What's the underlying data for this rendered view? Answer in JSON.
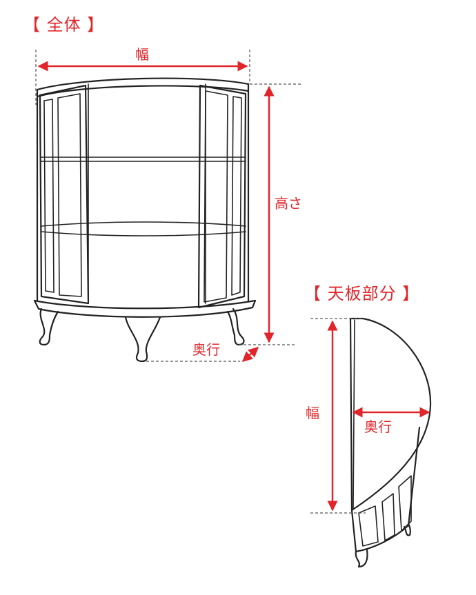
{
  "sections": {
    "whole": {
      "title": "【 全体 】"
    },
    "top_board": {
      "title": "【 天板部分 】"
    }
  },
  "labels": {
    "width": "幅",
    "height": "高さ",
    "depth": "奥行",
    "top_width": "幅",
    "top_depth": "奥行"
  },
  "colors": {
    "accent": "#e0262b",
    "line": "#222222",
    "guide": "#555555"
  }
}
